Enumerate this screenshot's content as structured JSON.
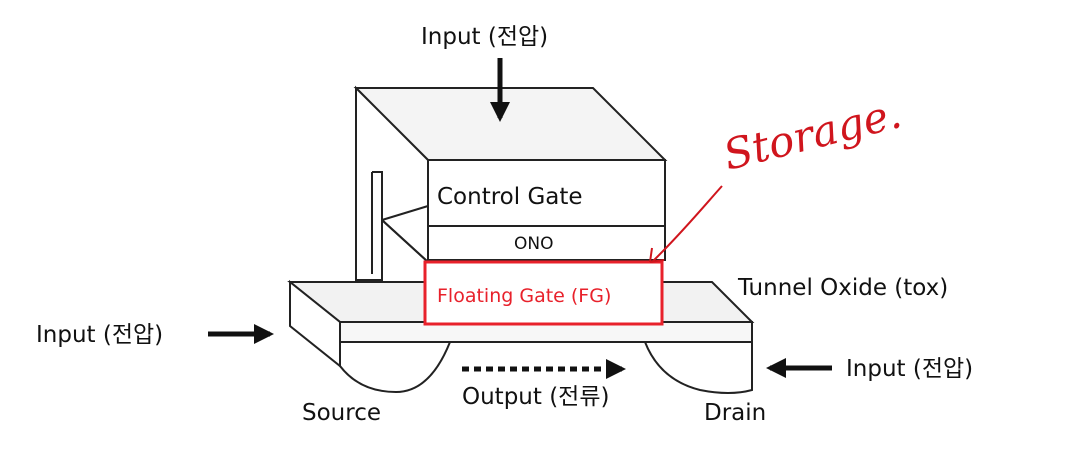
{
  "labels": {
    "input_top": "Input (전압)",
    "input_left": "Input (전압)",
    "input_right": "Input (전압)",
    "control_gate": "Control Gate",
    "ono": "ONO",
    "floating_gate": "Floating Gate (FG)",
    "tunnel_oxide": "Tunnel Oxide (tox)",
    "output": "Output (전류)",
    "source": "Source",
    "drain": "Drain"
  },
  "annotation": {
    "handwritten": "Storage."
  },
  "colors": {
    "highlight": "#e8212b",
    "ink": "#d0151d"
  }
}
